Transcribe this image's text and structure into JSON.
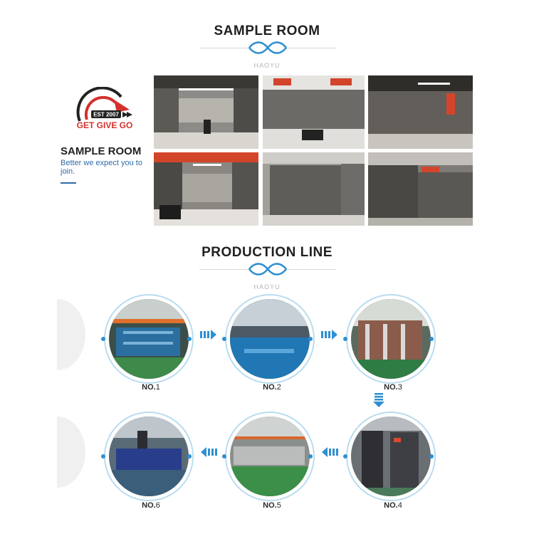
{
  "sample_room": {
    "title": "SAMPLE ROOM",
    "brand": "HAOYU",
    "side_title": "SAMPLE ROOM",
    "side_subtitle": "Better we expect you to join.",
    "logo": {
      "est": "EST 2007",
      "name": "GET GIVE GO"
    }
  },
  "production_line": {
    "title": "PRODUCTION LINE",
    "brand": "HAOYU",
    "steps": [
      {
        "prefix": "NO.",
        "num": "1"
      },
      {
        "prefix": "NO.",
        "num": "2"
      },
      {
        "prefix": "NO.",
        "num": "3"
      },
      {
        "prefix": "NO.",
        "num": "4"
      },
      {
        "prefix": "NO.",
        "num": "5"
      },
      {
        "prefix": "NO.",
        "num": "6"
      }
    ]
  },
  "icons": {
    "divider": "wave-ornament-icon",
    "arrow_right": "triple-arrow-right-icon",
    "arrow_left": "triple-arrow-left-icon",
    "arrow_down": "triple-arrow-down-icon"
  },
  "colors": {
    "accent": "#2e8fd0",
    "logo_red": "#d3302c",
    "text": "#1f1f1f"
  }
}
